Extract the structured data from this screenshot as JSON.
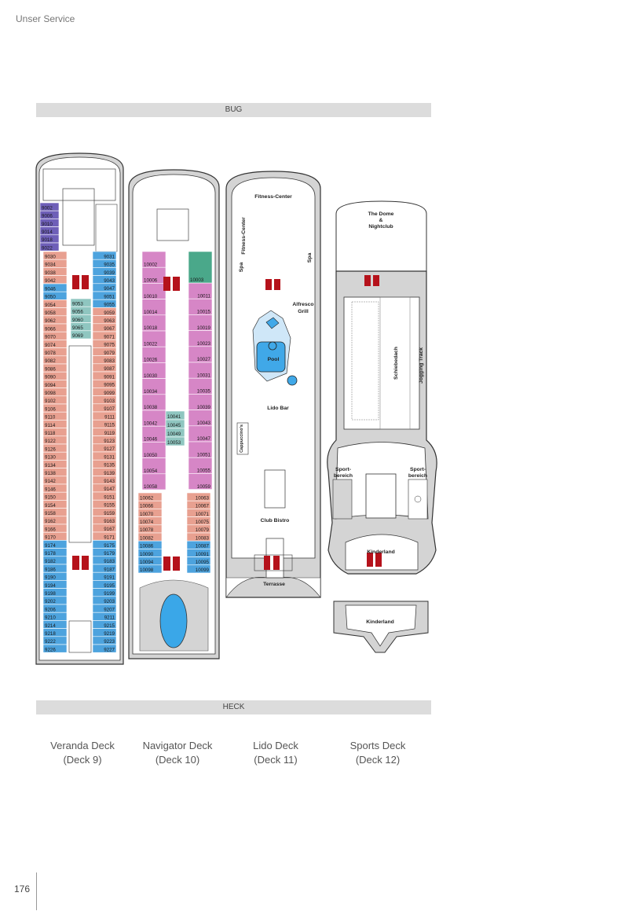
{
  "header": {
    "section": "Unser Service"
  },
  "bars": {
    "bow": "BUG",
    "stern": "HECK"
  },
  "page": {
    "number": "176"
  },
  "colors": {
    "inside_cabin": "#e8a090",
    "balcony_cabin": "#4da3de",
    "veranda_suite": "#d686c6",
    "suite_green": "#4aa88a",
    "purple_suite": "#6e5fb8",
    "teal_cabin": "#8fc6c0",
    "elevator": "#b5121b",
    "deck": "#d4d4d4",
    "pool": "#40a8e8"
  },
  "decks": [
    {
      "name": "Veranda Deck",
      "number": "(Deck 9)",
      "cabins": {
        "purple": [
          "9002",
          "9006",
          "9010",
          "9014",
          "9018",
          "9022"
        ],
        "left_upper_pink": [
          "9030",
          "9034",
          "9038",
          "9042"
        ],
        "left_upper_blue": [
          "9046",
          "9050"
        ],
        "left_mid_red": [
          "9054",
          "9058",
          "9062",
          "9066",
          "9070",
          "9074",
          "9078",
          "9082",
          "9086",
          "9090",
          "9094",
          "9098",
          "9102",
          "9106",
          "9110",
          "9114",
          "9118",
          "9122",
          "9126",
          "9130",
          "9134",
          "9138",
          "9142",
          "9146",
          "9150",
          "9154",
          "9158",
          "9162",
          "9166",
          "9170"
        ],
        "left_lower_blue": [
          "9174",
          "9178",
          "9182",
          "9186",
          "9190",
          "9194",
          "9198",
          "9202",
          "9206",
          "9210",
          "9214",
          "9218",
          "9222",
          "9226"
        ],
        "right_upper_blue": [
          "9031",
          "9035",
          "9039",
          "9043",
          "9047",
          "9051",
          "9055"
        ],
        "right_mid_red": [
          "9059",
          "9063",
          "9067",
          "9071",
          "9075",
          "9079",
          "9083",
          "9087",
          "9091",
          "9095",
          "9099",
          "9103",
          "9107",
          "9111",
          "9115",
          "9119",
          "9123",
          "9127",
          "9131",
          "9135",
          "9139",
          "9143",
          "9147",
          "9151",
          "9155",
          "9159",
          "9163",
          "9167",
          "9171"
        ],
        "right_lower_blue": [
          "9175",
          "9179",
          "9183",
          "9187",
          "9191",
          "9195",
          "9199",
          "9203",
          "9207",
          "9211",
          "9215",
          "9219",
          "9223",
          "9227"
        ],
        "teal": [
          "9053",
          "9056",
          "9060",
          "9065",
          "9069"
        ]
      }
    },
    {
      "name": "Navigator Deck",
      "number": "(Deck 10)",
      "cabins": {
        "left_suites": [
          "10002",
          "10006",
          "10010",
          "10014",
          "10018",
          "10022",
          "10026",
          "10030",
          "10034",
          "10038",
          "10042",
          "10046",
          "10050",
          "10054",
          "10058"
        ],
        "right_suites": [
          "10011",
          "10015",
          "10019",
          "10023",
          "10027",
          "10031",
          "10035",
          "10039",
          "10043",
          "10047",
          "10051",
          "10055",
          "10059"
        ],
        "green": "10003",
        "left_red": [
          "10062",
          "10066",
          "10070",
          "10074",
          "10078",
          "10082"
        ],
        "left_blue": [
          "10086",
          "10090",
          "10094",
          "10098"
        ],
        "right_red": [
          "10063",
          "10067",
          "10071",
          "10075",
          "10079",
          "10083"
        ],
        "right_blue": [
          "10087",
          "10091",
          "10095",
          "10099"
        ],
        "center_teal": [
          "10041",
          "10045",
          "10049",
          "10053"
        ]
      }
    },
    {
      "name": "Lido Deck",
      "number": "(Deck 11)",
      "labels": {
        "fitness_center": "Fitness-Center",
        "fitness_center_vert": "Fitness-Center",
        "spa_left": "Spa",
        "spa_right": "Spa",
        "alfresco": "Alfresco",
        "grill": "Grill",
        "pool": "Pool",
        "lido_bar": "Lido Bar",
        "cappuccino": "Cappuccino's",
        "club_bistro": "Club Bistro",
        "terrasse": "Terrasse"
      }
    },
    {
      "name": "Sports Deck",
      "number": "(Deck 12)",
      "labels": {
        "dome_1": "The Dome",
        "dome_2": "&",
        "dome_3": "Nightclub",
        "schiebedach": "Schiebedach",
        "jogging": "Jogging Track",
        "sport_left_1": "Sport-",
        "sport_left_2": "bereich",
        "sport_right_1": "Sport-",
        "sport_right_2": "bereich",
        "kinderland": "Kinderland",
        "kinderland_2": "Kinderland"
      }
    }
  ]
}
